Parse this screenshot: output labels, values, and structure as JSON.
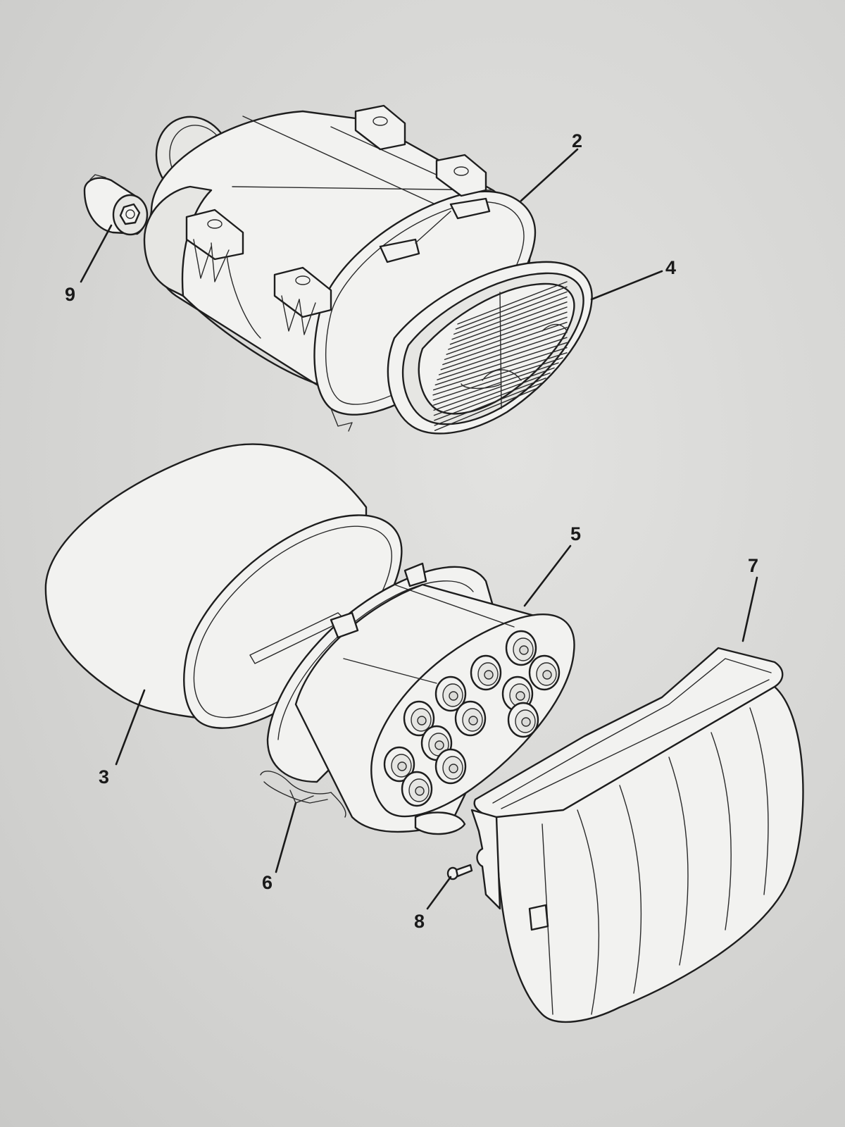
{
  "callouts": {
    "c2": "2",
    "c3": "3",
    "c4": "4",
    "c5": "5",
    "c6": "6",
    "c7": "7",
    "c8": "8",
    "c9": "9"
  },
  "colors": {
    "background": "#d6d6d4",
    "line": "#1e1e1e",
    "part_fill": "#f2f2f0"
  }
}
